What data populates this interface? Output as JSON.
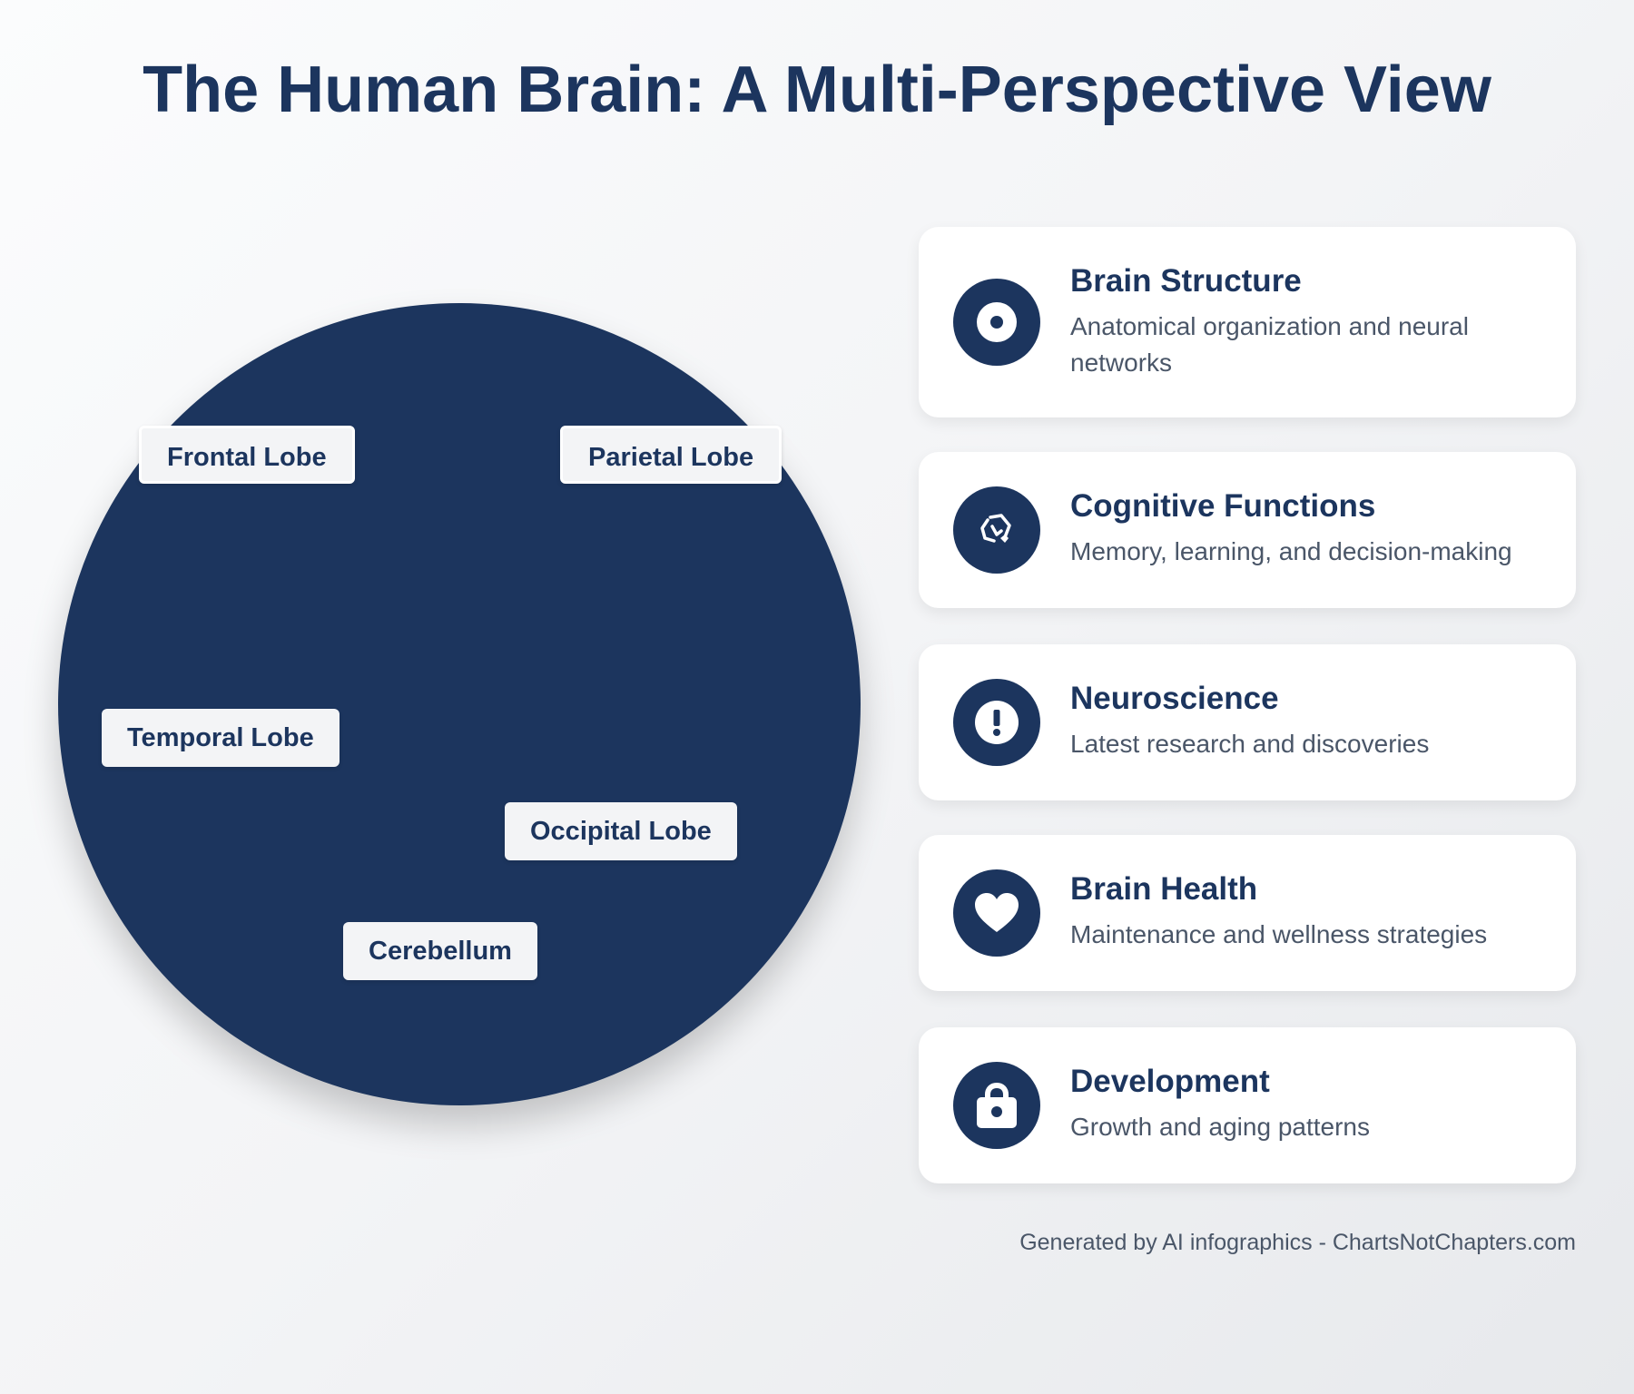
{
  "title": "The Human Brain: A Multi-Perspective View",
  "brain": {
    "lobes": [
      {
        "label": "Frontal Lobe"
      },
      {
        "label": "Parietal Lobe"
      },
      {
        "label": "Temporal Lobe"
      },
      {
        "label": "Occipital Lobe"
      },
      {
        "label": "Cerebellum"
      }
    ]
  },
  "cards": [
    {
      "icon": "eye-icon",
      "title": "Brain Structure",
      "description": "Anatomical organization and neural networks"
    },
    {
      "icon": "brain-link-icon",
      "title": "Cognitive Functions",
      "description": "Memory, learning, and decision-making"
    },
    {
      "icon": "exclamation-icon",
      "title": "Neuroscience",
      "description": "Latest research and discoveries"
    },
    {
      "icon": "heart-icon",
      "title": "Brain Health",
      "description": "Maintenance and wellness strategies"
    },
    {
      "icon": "lock-icon",
      "title": "Development",
      "description": "Growth and aging patterns"
    }
  ],
  "footer": "Generated by AI infographics - ChartsNotChapters.com",
  "colors": {
    "primary": "#1c355e",
    "label_bg": "#f3f4f6",
    "text_muted": "#4a5668"
  }
}
